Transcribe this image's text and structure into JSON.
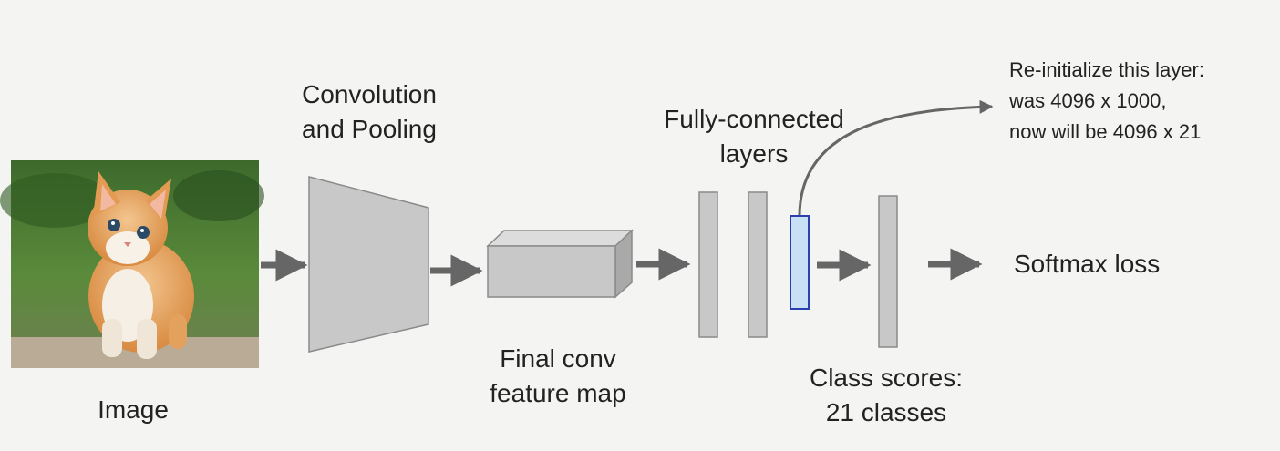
{
  "labels": {
    "image": "Image",
    "conv_line1": "Convolution",
    "conv_line2": "and Pooling",
    "final_line1": "Final conv",
    "final_line2": "feature map",
    "fc_line1": "Fully-connected",
    "fc_line2": "layers",
    "scores_line1": "Class scores:",
    "scores_line2": "21 classes",
    "softmax": "Softmax loss"
  },
  "annotation": {
    "line1": "Re-initialize this layer:",
    "line2": "was 4096 x 1000,",
    "line3": "now will be 4096 x 21"
  },
  "colors": {
    "block_fill": "#c8c8c8",
    "block_stroke": "#8a8a8a",
    "arrow": "#666666",
    "highlight_fill": "#c9dff4",
    "highlight_stroke": "#2a3fb0"
  },
  "image_subject": "kitten photo"
}
